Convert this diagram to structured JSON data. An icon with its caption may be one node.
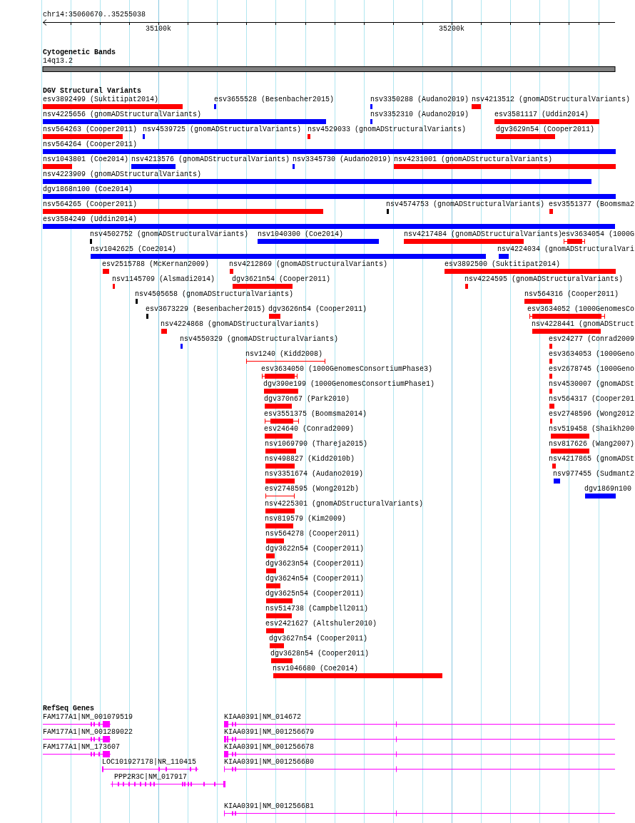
{
  "diagram": {
    "labels": [
      "chr14:35060670..35255038",
      "35100k",
      "35200k",
      "Cytogenetic Bands",
      "14q13.2",
      "DGV Structural Variants",
      "esv3892499 (Suktitipat2014)",
      "esv3655528 (Besenbacher2015)",
      "nsv3350288 (Audano2019)",
      "nsv4213512 (gnomADStructuralVariants)",
      "nsv4225656 (gnomADStructuralVariants)",
      "nsv3352310 (Audano2019)",
      "esv3581117 (Uddin2014)",
      "nsv564263 (Cooper2011)",
      "nsv4539725 (gnomADStructuralVariants)",
      "nsv4529033 (gnomADStructuralVariants)",
      "dgv3629n54 (Cooper2011)",
      "nsv564264 (Cooper2011)",
      "nsv1043801 (Coe2014)",
      "nsv4213576 (gnomADStructuralVariants)",
      "nsv3345730 (Audano2019)",
      "nsv4231001 (gnomADStructuralVariants)",
      "nsv4223909 (gnomADStructuralVariants)",
      "dgv1868n100 (Coe2014)",
      "nsv564265 (Cooper2011)",
      "nsv4574753 (gnomADStructuralVariants)",
      "esv3551377 (Boomsma2",
      "esv3584249 (Uddin2014)",
      "nsv4502752 (gnomADStructuralVariants)",
      "nsv1040300 (Coe2014)",
      "nsv4217484 (gnomADStructuralVariants)",
      "esv3634054 (1000G",
      "nsv1042625 (Coe2014)",
      "nsv4224034 (gnomADStructuralVari",
      "esv2515788 (McKernan2009)",
      "nsv4212869 (gnomADStructuralVariants)",
      "esv3892500 (Suktitipat2014)",
      "nsv1145709 (Alsmadi2014)",
      "dgv3621n54 (Cooper2011)",
      "nsv4224595 (gnomADStructuralVariants)",
      "nsv4505658 (gnomADStructuralVariants)",
      "nsv564316 (Cooper2011)",
      "esv3673229 (Besenbacher2015)",
      "dgv3626n54 (Cooper2011)",
      "esv3634052 (1000GenomesCo",
      "nsv4224868 (gnomADStructuralVariants)",
      "nsv4228441 (gnomADStruct",
      "nsv4550329 (gnomADStructuralVariants)",
      "esv24277 (Conrad2009",
      "nsv1240 (Kidd2008)",
      "esv3634053 (1000Geno",
      "esv3634050 (1000GenomesConsortiumPhase3)",
      "esv2678745 (1000Geno",
      "dgv390e199 (1000GenomesConsortiumPhase1)",
      "nsv4530007 (gnomADSt",
      "dgv370n67 (Park2010)",
      "nsv564317 (Cooper201",
      "esv3551375 (Boomsma2014)",
      "esv2748596 (Wong2012",
      "esv24640 (Conrad2009)",
      "nsv519458 (Shaikh200",
      "nsv1069790 (Thareja2015)",
      "nsv817626 (Wang2007)",
      "nsv498827 (Kidd2010b)",
      "nsv4217865 (gnomADSt",
      "nsv3351674 (Audano2019)",
      "nsv977455 (Sudmant2",
      "esv2748595 (Wong2012b)",
      "dgv1869n100",
      "nsv4225301 (gnomADStructuralVariants)",
      "nsv819579 (Kim2009)",
      "nsv564278 (Cooper2011)",
      "dgv3622n54 (Cooper2011)",
      "dgv3623n54 (Cooper2011)",
      "dgv3624n54 (Cooper2011)",
      "dgv3625n54 (Cooper2011)",
      "nsv514738 (Campbell2011)",
      "esv2421627 (Altshuler2010)",
      "dgv3627n54 (Cooper2011)",
      "dgv3628n54 (Cooper2011)",
      "nsv1046680 (Coe2014)",
      "RefSeq Genes",
      "FAM177A1|NM_001079519",
      "KIAA0391|NM_014672",
      "FAM177A1|NM_001289022",
      "KIAA0391|NM_001256679",
      "FAM177A1|NM_173607",
      "KIAA0391|NM_001256678",
      "LOC101927178|NR_110415",
      "KIAA0391|NM_001256680",
      "PPP2R3C|NM_017917",
      "KIAA0391|NM_001256681"
    ]
  }
}
